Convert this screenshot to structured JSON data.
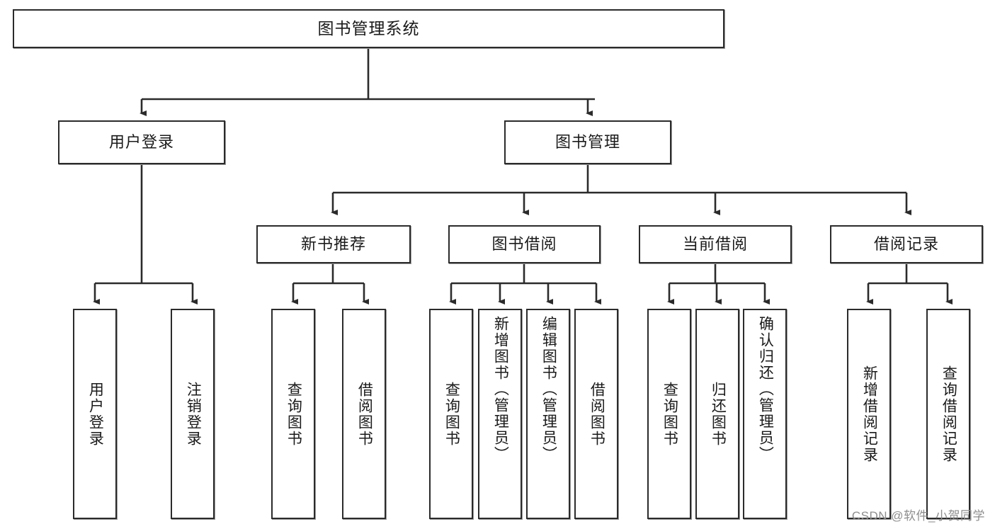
{
  "diagram": {
    "title": "图书管理系统",
    "watermark": "CSDN @软件_小贺同学",
    "stroke_color": "#2b2b2b",
    "fill_color": "#ffffff",
    "text_color": "#1a1a1a",
    "watermark_color": "#8d8d8d",
    "levels": {
      "root": "图书管理系统",
      "level2": [
        "用户登录",
        "图书管理"
      ],
      "level3": [
        "新书推荐",
        "图书借阅",
        "当前借阅",
        "借阅记录"
      ]
    },
    "nodes": {
      "root": {
        "label": "图书管理系统"
      },
      "user_login": {
        "label": "用户登录"
      },
      "book_manage": {
        "label": "图书管理"
      },
      "new_book_rec": {
        "label": "新书推荐"
      },
      "book_borrow": {
        "label": "图书借阅"
      },
      "current_borrow": {
        "label": "当前借阅"
      },
      "borrow_record": {
        "label": "借阅记录"
      },
      "leaf_user_login": {
        "label": "用户登录"
      },
      "leaf_logout": {
        "label": "注销登录"
      },
      "leaf_query_book_1": {
        "label": "查询图书"
      },
      "leaf_borrow_book_1": {
        "label": "借阅图书"
      },
      "leaf_query_book_2": {
        "label": "查询图书"
      },
      "leaf_add_book_admin": {
        "label": "新增图书（管理员）"
      },
      "leaf_edit_book_admin": {
        "label": "编辑图书（管理员）"
      },
      "leaf_borrow_book_2": {
        "label": "借阅图书"
      },
      "leaf_query_book_3": {
        "label": "查询图书"
      },
      "leaf_return_book": {
        "label": "归还图书"
      },
      "leaf_confirm_return_admin": {
        "label": "确认归还（管理员）"
      },
      "leaf_add_record": {
        "label": "新增借阅记录"
      },
      "leaf_query_record": {
        "label": "查询借阅记录"
      }
    },
    "edges": [
      {
        "from": "root",
        "to": "user_login"
      },
      {
        "from": "root",
        "to": "book_manage"
      },
      {
        "from": "user_login",
        "to": "leaf_user_login"
      },
      {
        "from": "user_login",
        "to": "leaf_logout"
      },
      {
        "from": "book_manage",
        "to": "new_book_rec"
      },
      {
        "from": "book_manage",
        "to": "book_borrow"
      },
      {
        "from": "book_manage",
        "to": "current_borrow"
      },
      {
        "from": "book_manage",
        "to": "borrow_record"
      },
      {
        "from": "new_book_rec",
        "to": "leaf_query_book_1"
      },
      {
        "from": "new_book_rec",
        "to": "leaf_borrow_book_1"
      },
      {
        "from": "book_borrow",
        "to": "leaf_query_book_2"
      },
      {
        "from": "book_borrow",
        "to": "leaf_add_book_admin"
      },
      {
        "from": "book_borrow",
        "to": "leaf_edit_book_admin"
      },
      {
        "from": "book_borrow",
        "to": "leaf_borrow_book_2"
      },
      {
        "from": "current_borrow",
        "to": "leaf_query_book_3"
      },
      {
        "from": "current_borrow",
        "to": "leaf_return_book"
      },
      {
        "from": "current_borrow",
        "to": "leaf_confirm_return_admin"
      },
      {
        "from": "borrow_record",
        "to": "leaf_add_record"
      },
      {
        "from": "borrow_record",
        "to": "leaf_query_record"
      }
    ]
  }
}
